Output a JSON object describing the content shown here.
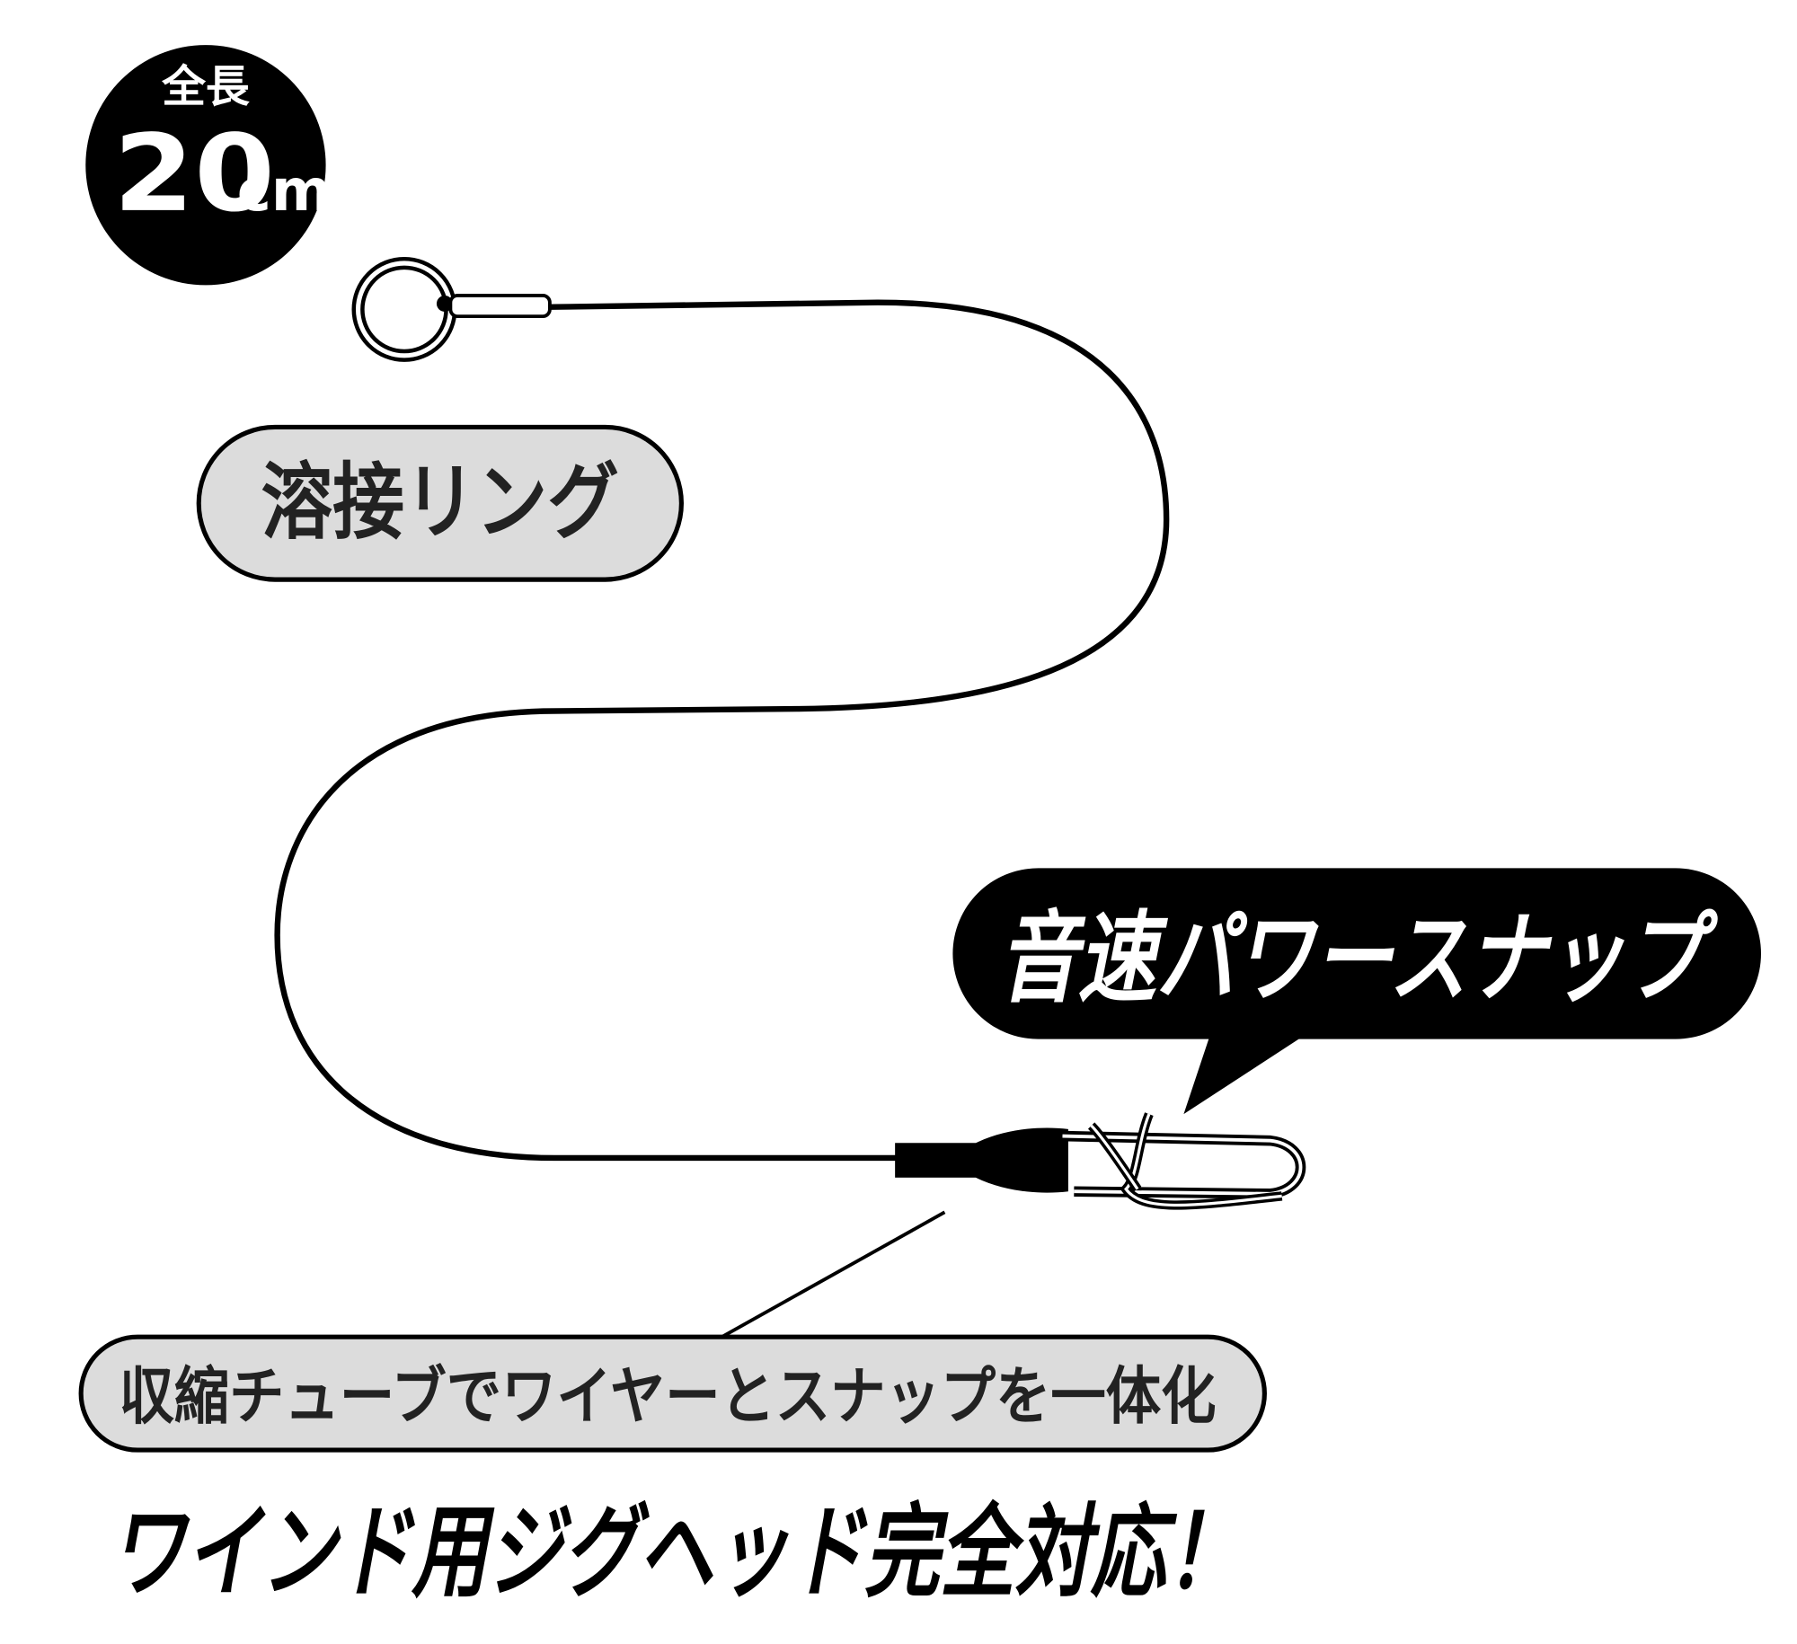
{
  "length_badge": {
    "label": "全長",
    "value": "20",
    "unit": "cm"
  },
  "labels": {
    "ring": "溶接リング",
    "snap": "音速パワースナップ",
    "tube": "収縮チューブでワイヤーとスナップを一体化",
    "headline": "ワインド用ジグヘッド完全対応！"
  },
  "colors": {
    "ink": "#000000",
    "pill_fill": "#dcdcdc",
    "background": "#ffffff"
  }
}
